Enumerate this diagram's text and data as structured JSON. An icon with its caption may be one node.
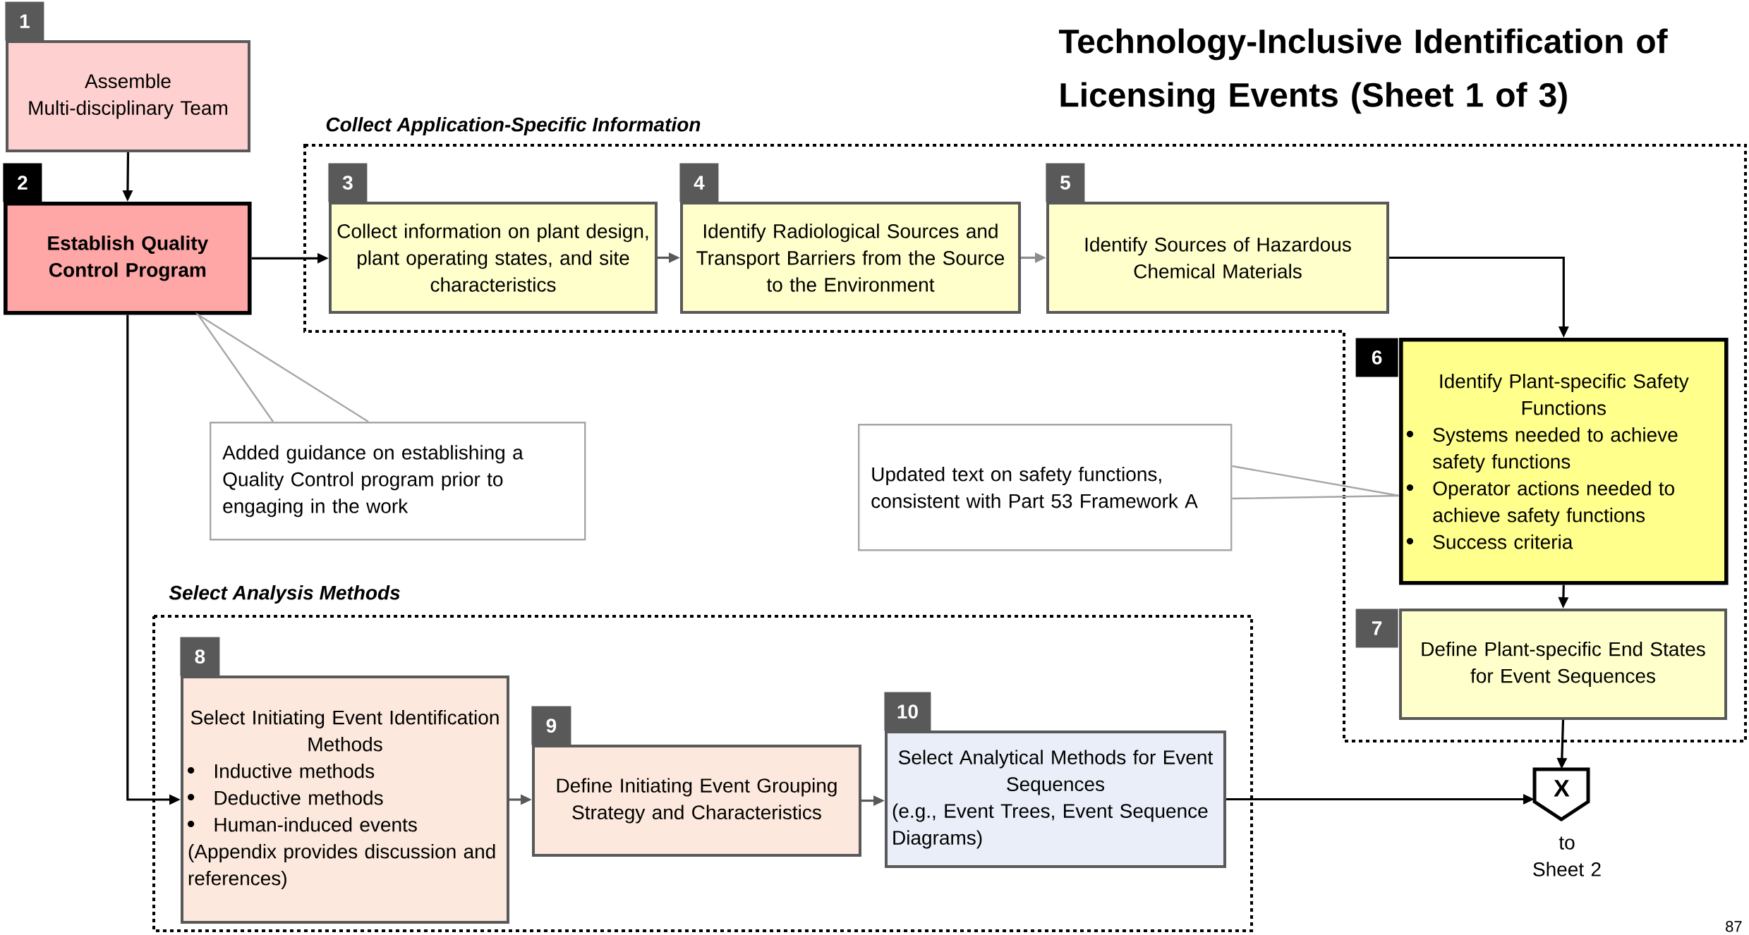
{
  "diagram": {
    "title": "Technology-Inclusive Identification of Licensing Events (Sheet 1 of 3)",
    "nodes": [
      {
        "text": [
          "1",
          "Assemble Multi-disciplinary Team"
        ]
      },
      {
        "text": [
          "2",
          "Establish Quality Control Program"
        ]
      },
      {
        "text": [
          "Collect Application-Specific Information"
        ]
      },
      {
        "text": [
          "3",
          "Collect information on plant design, plant operating states, and site characteristics"
        ],
        "in": 2
      },
      {
        "text": [
          "4",
          "Identify Radiological Sources and Transport Barriers from the Source to the Environment"
        ],
        "in": 2
      },
      {
        "text": [
          "5",
          "Identify Sources of Hazardous Chemical Materials"
        ],
        "in": 2
      },
      {
        "text": [
          "6",
          "Identify Plant-specific Safety Functions",
          "Systems needed to achieve safety functions",
          "Operator actions needed to achieve safety functions",
          "Success criteria"
        ],
        "in": 2
      },
      {
        "text": [
          "7",
          "Define Plant-specific End States for Event Sequences"
        ],
        "in": 2
      },
      {
        "text": [
          "Added guidance on establishing a Quality Control program prior to engaging in the work"
        ]
      },
      {
        "text": [
          "Updated text on safety functions, consistent with Part 53 Framework A"
        ]
      },
      {
        "text": [
          "Select Analysis Methods"
        ]
      },
      {
        "text": [
          "8",
          "Select Initiating Event Identification Methods",
          "Inductive methods",
          "Deductive methods",
          "Human-induced events",
          "(Appendix provides discussion and references)"
        ],
        "in": 10
      },
      {
        "text": [
          "9",
          "Define Initiating Event Grouping Strategy and Characteristics"
        ],
        "in": 10
      },
      {
        "text": [
          "10",
          "Select Analytical Methods for Event Sequences",
          "(e.g., Event Trees, Event Sequence Diagrams)"
        ],
        "in": 10
      },
      {
        "text": [
          "X"
        ],
        "beside": [
          "to Sheet 2"
        ]
      }
    ],
    "edges": [
      {
        "from": 0,
        "to": 1,
        "arrow": "to"
      },
      {
        "from": 1,
        "to": 3,
        "arrow": "to"
      },
      {
        "from": 3,
        "to": 4,
        "arrow": "to",
        "color": "#595959"
      },
      {
        "from": 4,
        "to": 5,
        "arrow": "to",
        "color": "#8c8c8c"
      },
      {
        "from": 5,
        "to": 6,
        "arrow": "to"
      },
      {
        "from": 6,
        "to": 7,
        "arrow": "to"
      },
      {
        "from": 7,
        "to": 14,
        "arrow": "to"
      },
      {
        "from": 1,
        "to": 11,
        "arrow": "to"
      },
      {
        "from": 11,
        "to": 12,
        "arrow": "to",
        "color": "#595959"
      },
      {
        "from": 12,
        "to": 13,
        "arrow": "to",
        "color": "#595959"
      },
      {
        "from": 13,
        "to": 14,
        "arrow": "to"
      },
      {
        "from": 8,
        "to": 1,
        "arrow": "none",
        "color": "#a6a6a6"
      },
      {
        "from": 9,
        "to": 6,
        "arrow": "none",
        "color": "#a6a6a6"
      }
    ],
    "labels": [
      "87"
    ]
  }
}
